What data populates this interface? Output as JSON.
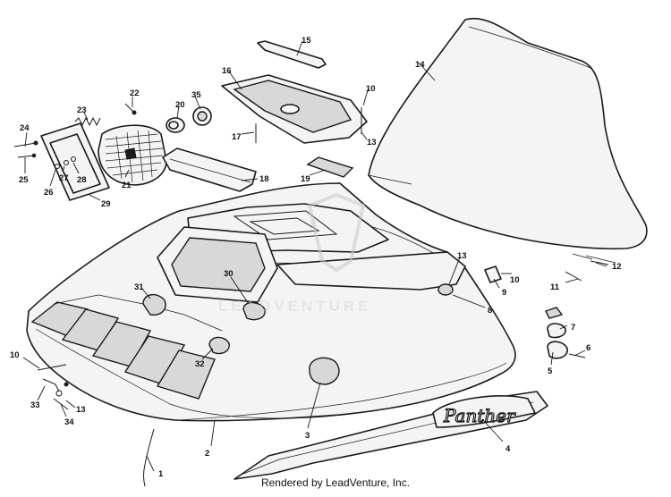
{
  "callouts": {
    "n1": "1",
    "n2": "2",
    "n3": "3",
    "n4": "4",
    "n5": "5",
    "n6": "6",
    "n7": "7",
    "n8": "8",
    "n9": "9",
    "n10a": "10",
    "n10b": "10",
    "n10c": "10",
    "n11": "11",
    "n12": "12",
    "n13a": "13",
    "n13b": "13",
    "n13c": "13",
    "n14": "14",
    "n15": "15",
    "n16": "16",
    "n17": "17",
    "n18": "18",
    "n19": "19",
    "n20": "20",
    "n21": "21",
    "n22": "22",
    "n23": "23",
    "n24": "24",
    "n25": "25",
    "n26": "26",
    "n27": "27",
    "n28": "28",
    "n29": "29",
    "n30": "30",
    "n31": "31",
    "n32": "32",
    "n33": "33",
    "n34": "34",
    "n35": "35"
  },
  "decal_text": "Panther",
  "watermark": "LEADVENTURE",
  "footer": "Rendered by LeadVenture, Inc."
}
